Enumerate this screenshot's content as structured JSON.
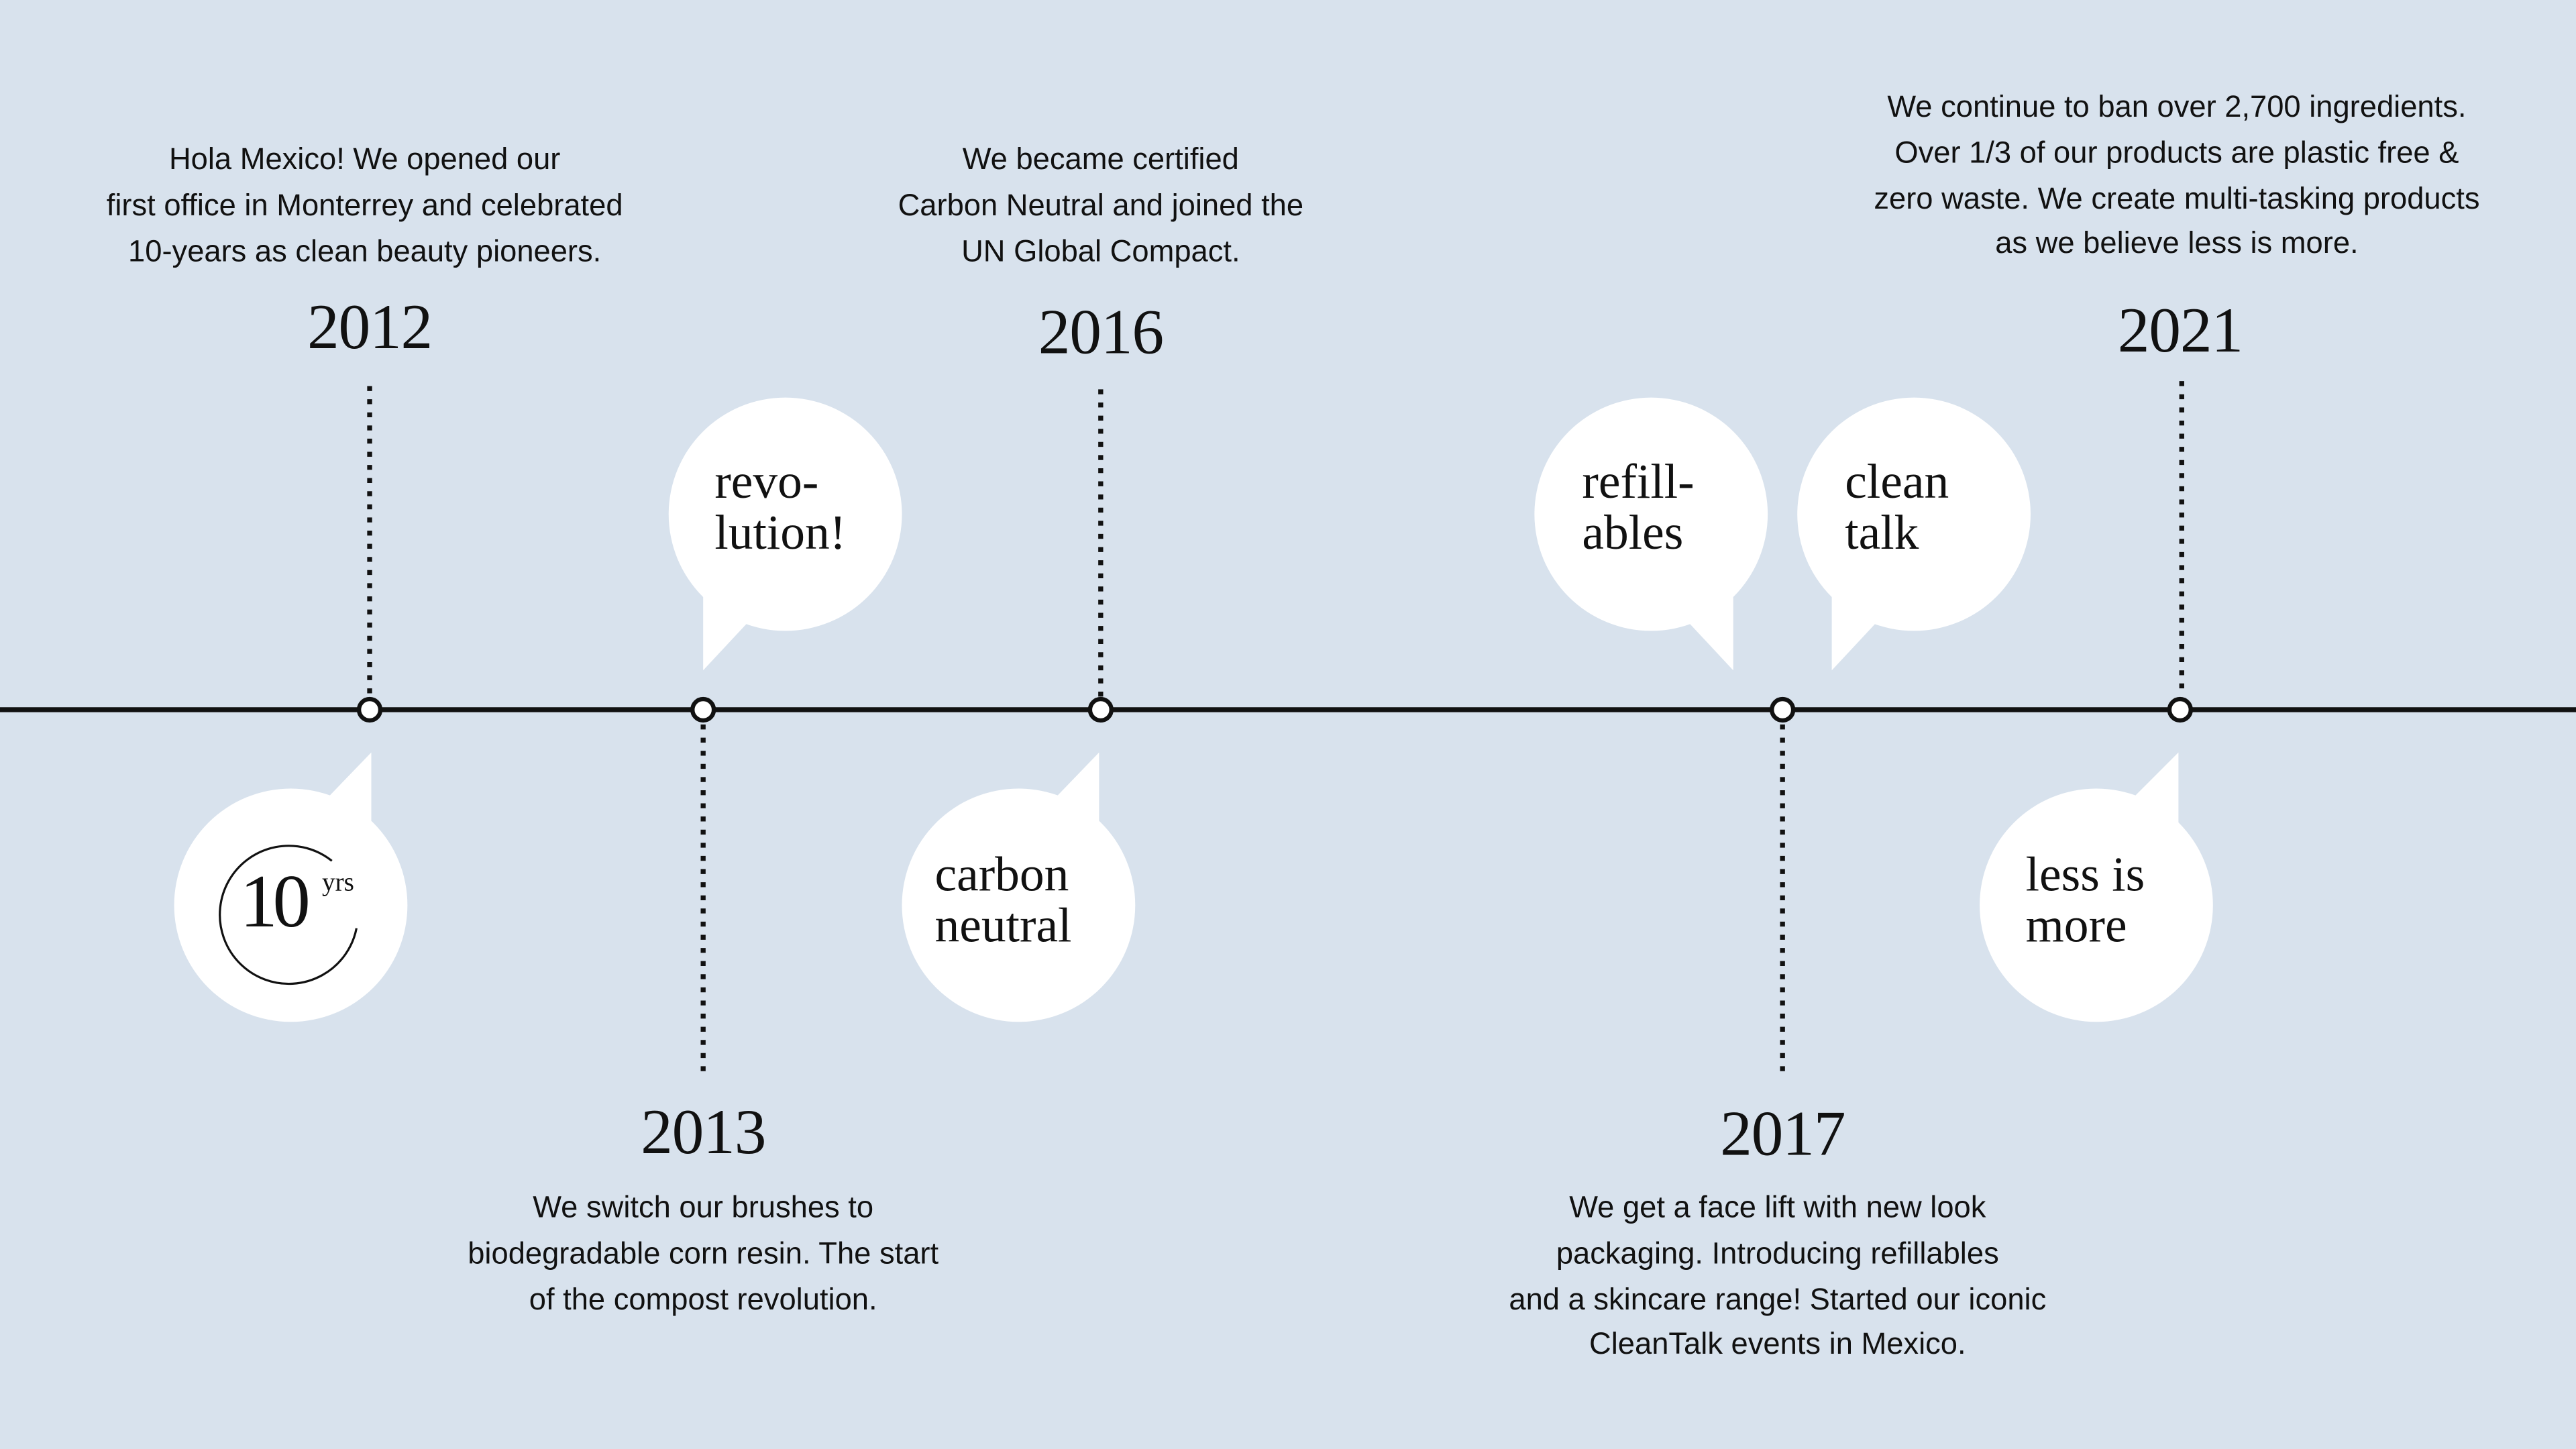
{
  "colors": {
    "background": "#d8e2ed",
    "line": "#111111",
    "bubble": "#ffffff"
  },
  "milestones": [
    {
      "year": "2012",
      "lines": [
        "Hola Mexico! We opened our",
        "first office in Monterrey and celebrated",
        "10-years as clean beauty pioneers."
      ]
    },
    {
      "year": "2013",
      "lines": [
        "We switch our brushes to",
        "biodegradable corn resin. The start",
        "of the compost revolution."
      ]
    },
    {
      "year": "2016",
      "lines": [
        "We became certified",
        "Carbon Neutral and joined the",
        "UN Global Compact."
      ]
    },
    {
      "year": "2017",
      "lines": [
        "We get a face lift with new look",
        "packaging. Introducing refillables",
        "and a skincare range! Started our iconic",
        "CleanTalk events in Mexico."
      ]
    },
    {
      "year": "2021",
      "lines": [
        "We continue to ban over 2,700 ingredients.",
        "Over 1/3 of our products are plastic free &",
        "zero waste. We create multi-tasking products",
        "as we believe less is more."
      ]
    }
  ],
  "bubbles": {
    "ten_years": {
      "number": "10",
      "suffix": "yrs"
    },
    "revolution": [
      "revo-",
      "lution!"
    ],
    "carbon_neutral": [
      "carbon",
      "neutral"
    ],
    "refillables": [
      "refill-",
      "ables"
    ],
    "clean_talk": [
      "clean",
      "talk"
    ],
    "less_is_more": [
      "less is",
      "more"
    ]
  }
}
